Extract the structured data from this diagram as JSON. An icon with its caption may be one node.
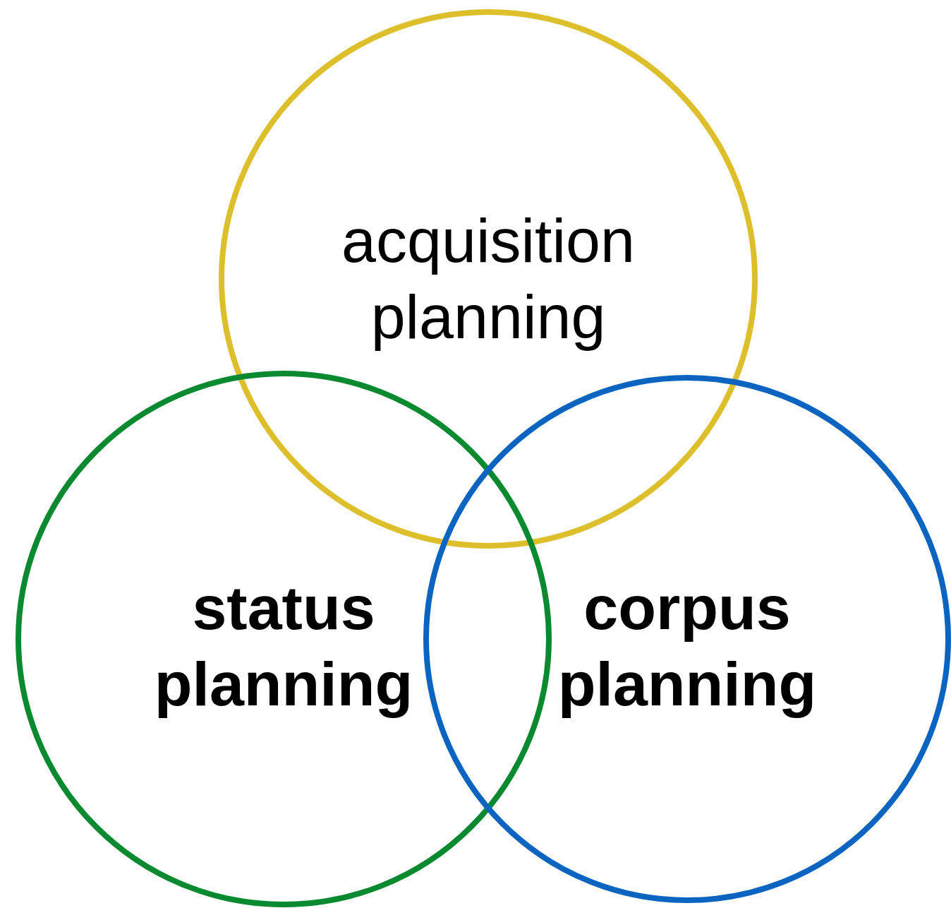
{
  "diagram": {
    "nodes": [
      {
        "text": [
          "acquisition planning"
        ]
      },
      {
        "text": [
          "status planning"
        ]
      },
      {
        "text": [
          "corpus planning"
        ]
      }
    ],
    "edges": []
  }
}
